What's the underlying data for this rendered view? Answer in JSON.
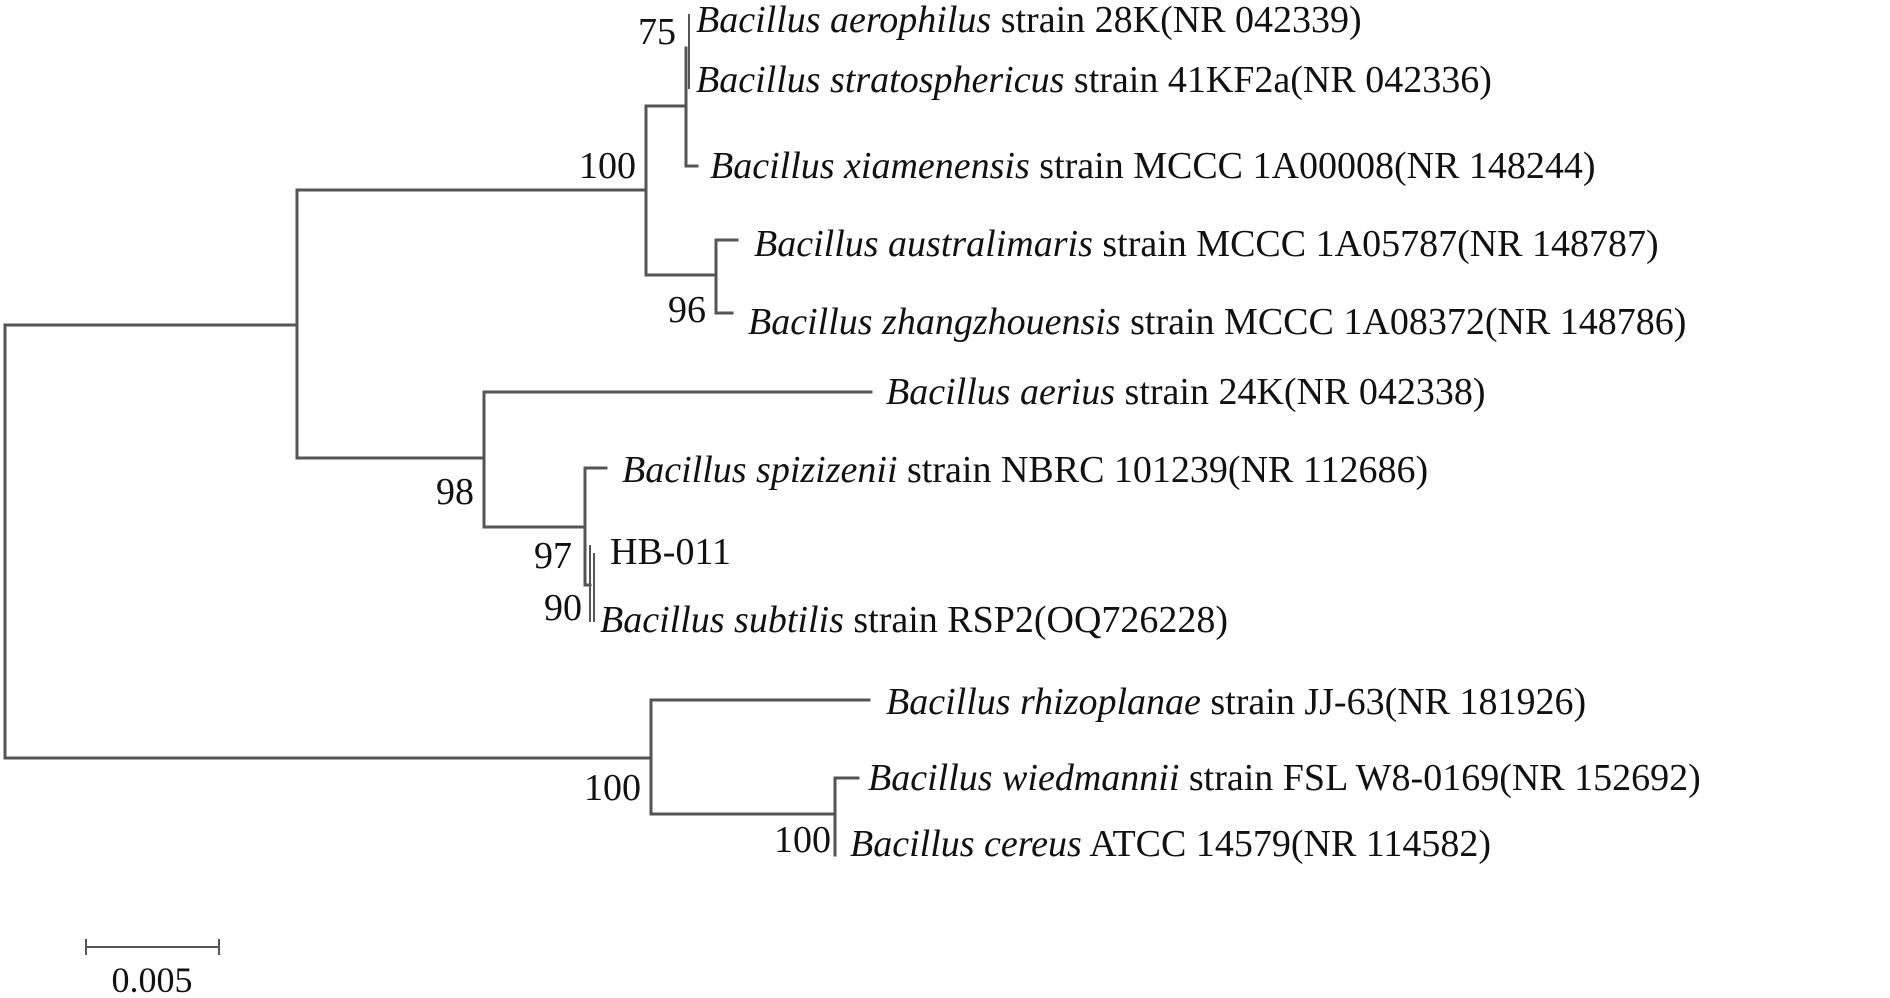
{
  "tree": {
    "taxa": [
      {
        "key": "aerophilus",
        "genus": "Bacillus",
        "species": "aerophilus",
        "rest": "strain 28K(NR 042339)"
      },
      {
        "key": "stratosphericus",
        "genus": "Bacillus",
        "species": "stratosphericus",
        "rest": "strain 41KF2a(NR 042336)"
      },
      {
        "key": "xiamenensis",
        "genus": "Bacillus",
        "species": "xiamenensis",
        "rest": "strain MCCC 1A00008(NR 148244)"
      },
      {
        "key": "australimaris",
        "genus": "Bacillus",
        "species": "australimaris",
        "rest": "strain MCCC 1A05787(NR 148787)"
      },
      {
        "key": "zhangzhouensis",
        "genus": "Bacillus",
        "species": "zhangzhouensis",
        "rest": "strain MCCC 1A08372(NR 148786)"
      },
      {
        "key": "aerius",
        "genus": "Bacillus",
        "species": "aerius",
        "rest": "strain 24K(NR 042338)"
      },
      {
        "key": "spizizenii",
        "genus": "Bacillus",
        "species": "spizizenii",
        "rest": "strain NBRC 101239(NR 112686)"
      },
      {
        "key": "hb011",
        "genus": "",
        "species": "",
        "rest": "HB-011"
      },
      {
        "key": "subtilis",
        "genus": "Bacillus",
        "species": "subtilis",
        "rest": "strain RSP2(OQ726228)"
      },
      {
        "key": "rhizoplanae",
        "genus": "Bacillus",
        "species": "rhizoplanae",
        "rest": "strain JJ-63(NR 181926)"
      },
      {
        "key": "wiedmannii",
        "genus": "Bacillus",
        "species": "wiedmannii",
        "rest": "strain FSL W8-0169(NR 152692)"
      },
      {
        "key": "cereus",
        "genus": "Bacillus",
        "species": "cereus",
        "rest": "ATCC 14579(NR 114582)"
      }
    ],
    "support": {
      "aero_strat": "75",
      "aero_group": "100",
      "austr_zhang": "96",
      "subtilis_group": "98",
      "spiz_group": "97",
      "hb_subtilis": "90",
      "cereus_group": "100",
      "wied_cereus": "100"
    },
    "scale": {
      "value": 0.005,
      "label": "0.005"
    }
  }
}
